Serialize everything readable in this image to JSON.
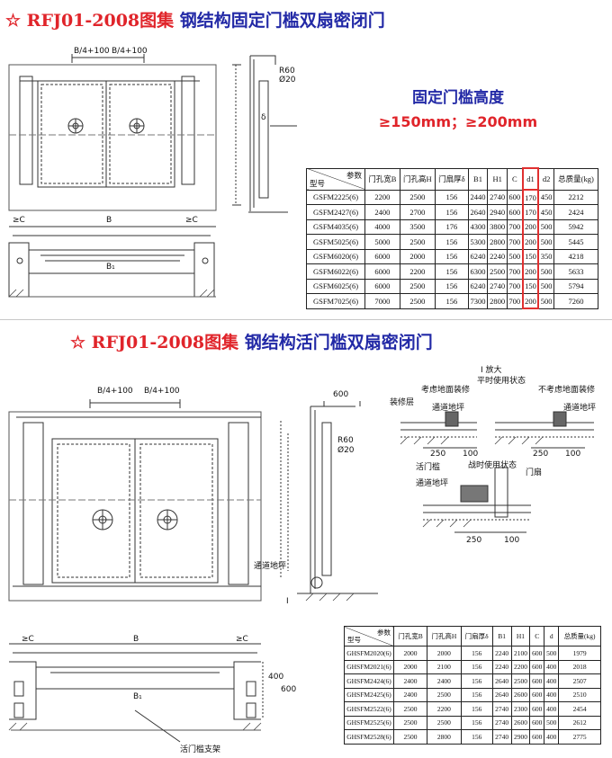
{
  "top": {
    "title_star": "☆",
    "title_code": "RFJ01-2008图集",
    "title_name": "钢结构固定门槛双扇密闭门",
    "note_line1": "固定门槛高度",
    "note_line2": "≥150mm；≥200mm",
    "table": {
      "header_params": "参数",
      "header_model": "型号",
      "columns": [
        "门孔宽B",
        "门孔高H",
        "门扇厚δ",
        "B1",
        "H1",
        "C",
        "d1",
        "d2",
        "总质量(kg)"
      ],
      "rows": [
        [
          "GSFM2225(6)",
          "2200",
          "2500",
          "156",
          "2440",
          "2740",
          "600",
          "170",
          "450",
          "2212"
        ],
        [
          "GSFM2427(6)",
          "2400",
          "2700",
          "156",
          "2640",
          "2940",
          "600",
          "170",
          "450",
          "2424"
        ],
        [
          "GSFM4035(6)",
          "4000",
          "3500",
          "176",
          "4300",
          "3800",
          "700",
          "200",
          "500",
          "5942"
        ],
        [
          "GSFM5025(6)",
          "5000",
          "2500",
          "156",
          "5300",
          "2800",
          "700",
          "200",
          "500",
          "5445"
        ],
        [
          "GSFM6020(6)",
          "6000",
          "2000",
          "156",
          "6240",
          "2240",
          "500",
          "150",
          "350",
          "4218"
        ],
        [
          "GSFM6022(6)",
          "6000",
          "2200",
          "156",
          "6300",
          "2500",
          "700",
          "200",
          "500",
          "5633"
        ],
        [
          "GSFM6025(6)",
          "6000",
          "2500",
          "156",
          "6240",
          "2740",
          "700",
          "150",
          "500",
          "5794"
        ],
        [
          "GSFM7025(6)",
          "7000",
          "2500",
          "156",
          "7300",
          "2800",
          "700",
          "200",
          "500",
          "7260"
        ]
      ]
    },
    "dims": {
      "b4": "B/4+100",
      "r60": "R60",
      "d20": "Ø20",
      "dim_c": "≥C",
      "dim_b": "B",
      "dim_b1": "B₁",
      "delta": "δ"
    }
  },
  "bottom": {
    "title_star": "☆",
    "title_code": "RFJ01-2008图集",
    "title_name": "钢结构活门槛双扇密闭门",
    "labels": {
      "b4_left": "B/4+100",
      "b4_right": "B/4+100",
      "dim600": "600",
      "detail_title": "I 放大",
      "detail_sub": "平时使用状态",
      "consider_floor": "考虑地面装修",
      "no_consider_floor": "不考虑地面装修",
      "decor_layer": "装修层",
      "passage_slope": "通道地坪",
      "passage_slope2": "通道地坪",
      "dim250_a": "250",
      "dim100_a": "100",
      "dim250_b": "250",
      "dim100_b": "100",
      "movable_sill": "活门槛",
      "war_state": "战时使用状态",
      "door_leaf": "门扇",
      "passage_slope3": "通道地坪",
      "dim250_c": "250",
      "dim100_c": "100",
      "passage_slope4": "通道地坪",
      "r60": "R60",
      "d20": "Ø20",
      "mark_i": "I",
      "dim_c_left": "≥C",
      "dim_c_right": "≥C",
      "dim_b": "B",
      "dim_b1": "B₁",
      "dim400": "400",
      "dim600v": "600",
      "sill_support": "活门槛支架"
    },
    "table": {
      "header_params": "参数",
      "header_model": "型号",
      "columns": [
        "门孔宽B",
        "门孔高H",
        "门扇厚δ",
        "B1",
        "H1",
        "C",
        "d",
        "总质量(kg)"
      ],
      "rows": [
        [
          "GHSFM2020(6)",
          "2000",
          "2000",
          "156",
          "2240",
          "2100",
          "600",
          "500",
          "1979"
        ],
        [
          "GHSFM2021(6)",
          "2000",
          "2100",
          "156",
          "2240",
          "2200",
          "600",
          "400",
          "2018"
        ],
        [
          "GHSFM2424(6)",
          "2400",
          "2400",
          "156",
          "2640",
          "2500",
          "600",
          "400",
          "2507"
        ],
        [
          "GHSFM2425(6)",
          "2400",
          "2500",
          "156",
          "2640",
          "2600",
          "600",
          "400",
          "2510"
        ],
        [
          "GHSFM2522(6)",
          "2500",
          "2200",
          "156",
          "2740",
          "2300",
          "600",
          "400",
          "2454"
        ],
        [
          "GHSFM2525(6)",
          "2500",
          "2500",
          "156",
          "2740",
          "2600",
          "600",
          "500",
          "2612"
        ],
        [
          "GHSFM2528(6)",
          "2500",
          "2800",
          "156",
          "2740",
          "2900",
          "600",
          "400",
          "2775"
        ]
      ]
    }
  }
}
